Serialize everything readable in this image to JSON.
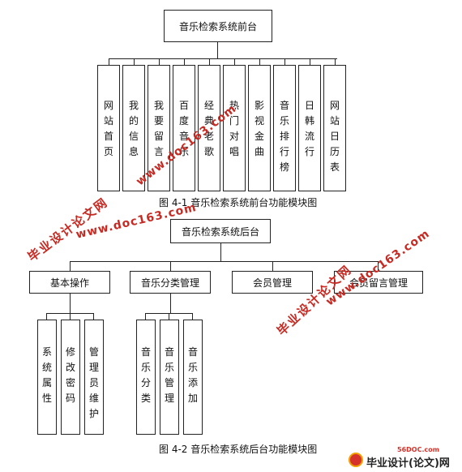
{
  "front": {
    "root": "音乐检索系统前台",
    "items": [
      "网站首页",
      "我的信息",
      "我要留言",
      "百度音乐",
      "经典老歌",
      "热门对唱",
      "影视金曲",
      "音乐排行榜",
      "日韩流行",
      "网站日历表"
    ],
    "caption": "图 4-1  音乐检索系统前台功能模块图"
  },
  "back": {
    "root": "音乐检索系统后台",
    "groups": [
      {
        "label": "基本操作",
        "children": [
          "系统属性",
          "修改密码",
          "管理员维护"
        ]
      },
      {
        "label": "音乐分类管理",
        "children": [
          "音乐分类",
          "音乐管理",
          "音乐添加"
        ]
      },
      {
        "label": "会员管理",
        "children": []
      },
      {
        "label": "会员留言管理",
        "children": []
      }
    ],
    "caption": "图 4-2  音乐检索系统后台功能模块图"
  },
  "watermarks": {
    "cn": "毕业设计论文网",
    "url": "www.doc163.com"
  },
  "logo": {
    "site": "56DOC.com",
    "name": "毕业设计(论文)网"
  },
  "colors": {
    "watermark": "#c62a22",
    "line": "#222222"
  }
}
